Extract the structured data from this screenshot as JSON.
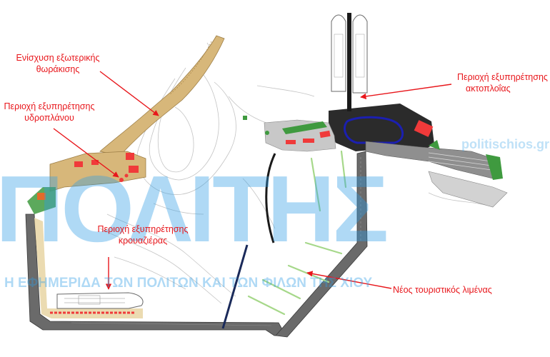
{
  "labels": {
    "outer_armour": {
      "line1": "Ενίσχυση εξωτερικής",
      "line2": "θωράκισης"
    },
    "seaplane": {
      "line1": "Περιοχή εξυπηρέτησης",
      "line2": "υδροπλάνου"
    },
    "coastal_shipping": {
      "line1": "Περιοχή εξυπηρέτησης",
      "line2": "ακτοπλοΐας"
    },
    "cruise": {
      "line1": "Περιοχή εξυπηρέτησης",
      "line2": "κρουαζιέρας"
    },
    "tourist_port": "Νέος τουριστικός λιμένας"
  },
  "watermark": {
    "brand": "ΠΟΛΙΤΗΣ",
    "tagline": "Η ΕΦΗΜΕΡΙΔΑ ΤΩΝ ΠΟΛΙΤΩΝ ΚΑΙ ΤΩΝ ΦΙΛΩΝ ΤΗΣ ΧΙΟΥ",
    "site": "politischios.gr"
  },
  "colors": {
    "annotation": "#e8161b",
    "watermark": "#2f9ee6",
    "breakwater": "#d7b77a",
    "quay": "#5a5a5a",
    "terminal": "#2b2b2b",
    "building": "#f03a3a",
    "greenery": "#3f9a3f",
    "pier": "#a6d88a",
    "ship_lane": "#1b1fb0"
  }
}
